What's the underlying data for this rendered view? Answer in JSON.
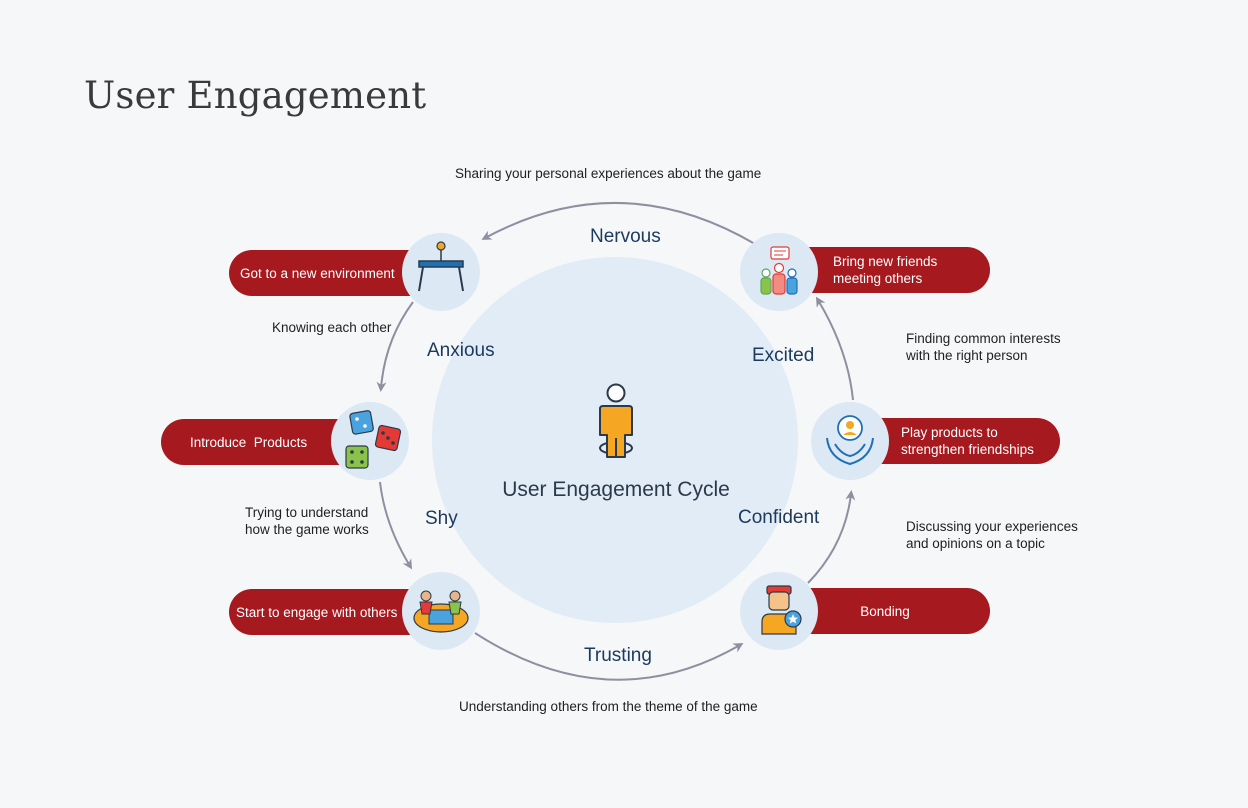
{
  "title": "User Engagement",
  "center": {
    "label": "User Engagement Cycle",
    "icon": "person-icon"
  },
  "emotions": {
    "nervous": "Nervous",
    "anxious": "Anxious",
    "excited": "Excited",
    "shy": "Shy",
    "confident": "Confident",
    "trusting": "Trusting"
  },
  "stages": {
    "environment": {
      "label": "Got to a new environment",
      "icon": "table-icon"
    },
    "products": {
      "label": "Introduce  Products",
      "icon": "dice-icon"
    },
    "engage": {
      "label": "Start to engage with others",
      "icon": "players-icon"
    },
    "bonding": {
      "label": "Bonding",
      "icon": "star-person-icon"
    },
    "play": {
      "label_line1": "Play products to",
      "label_line2": "strengthen friendships",
      "icon": "hands-person-icon"
    },
    "friends": {
      "label_line1": "Bring new friends",
      "label_line2": "meeting others",
      "icon": "group-icon"
    }
  },
  "notes": {
    "top": "Sharing your personal experiences about the game",
    "knowing": "Knowing each other",
    "trying_line1": "Trying to understand",
    "trying_line2": "how the game works",
    "bottom": "Understanding others from the theme of the game",
    "discussing_line1": "Discussing your experiences",
    "discussing_line2": "and opinions on a topic",
    "finding_line1": "Finding common interests",
    "finding_line2": "with the right person"
  },
  "colors": {
    "pill": "#a5191f",
    "node": "#dce9f5",
    "center_circle": "#e1ecf7",
    "arrow": "#8e8fa0",
    "emotion_text": "#1b3a5c"
  }
}
